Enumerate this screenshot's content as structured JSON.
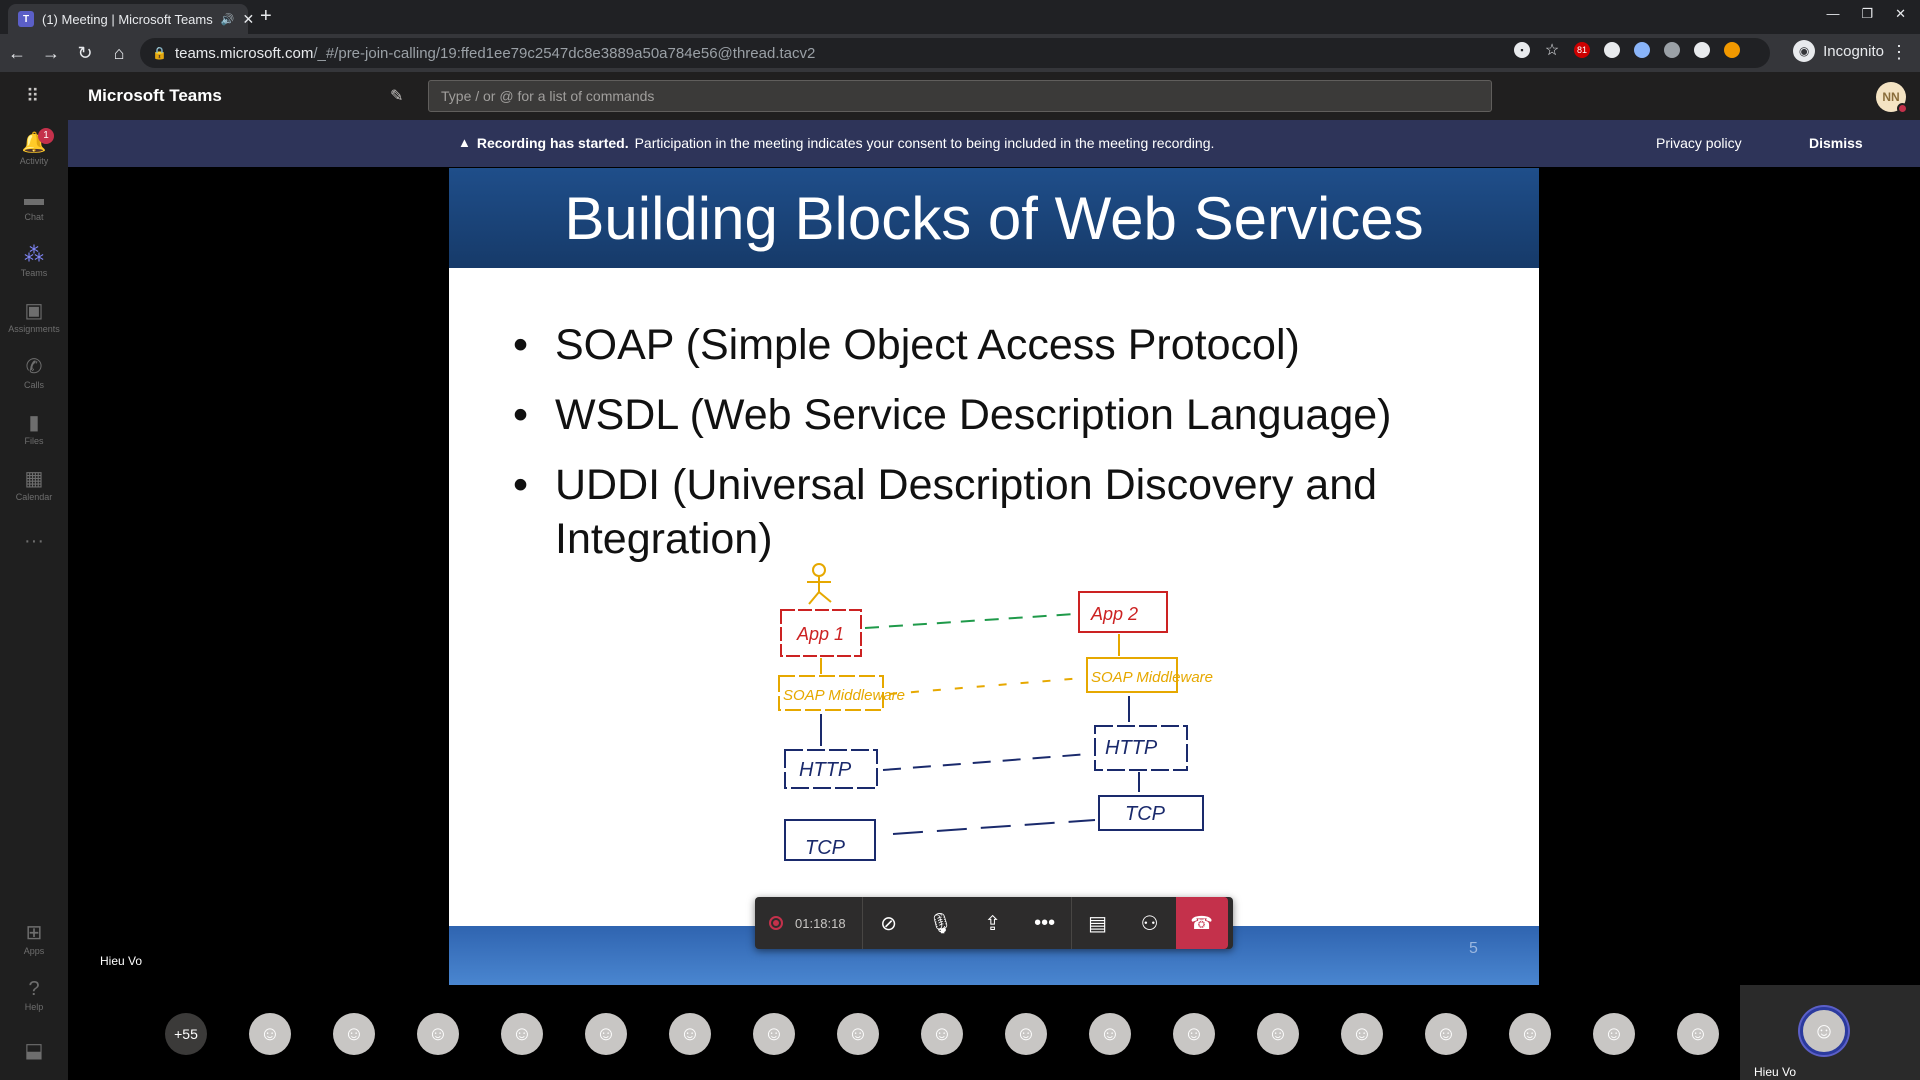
{
  "browser": {
    "tab_title": "(1) Meeting | Microsoft Teams",
    "new_tab": "+",
    "url_host": "teams.microsoft.com",
    "url_path": "/_#/pre-join-calling/19:ffed1ee79c2547dc8e3889a50a784e56@thread.tacv2",
    "incognito_label": "Incognito",
    "ext_badge": "81"
  },
  "teams": {
    "app_name": "Microsoft Teams",
    "command_placeholder": "Type / or @ for a list of commands",
    "avatar_initials": "NN"
  },
  "rail": [
    {
      "label": "Activity",
      "icon": "bell-icon",
      "badge": "1"
    },
    {
      "label": "Chat",
      "icon": "chat-icon"
    },
    {
      "label": "Teams",
      "icon": "teams-icon"
    },
    {
      "label": "Assignments",
      "icon": "assignments-icon"
    },
    {
      "label": "Calls",
      "icon": "phone-icon"
    },
    {
      "label": "Files",
      "icon": "files-icon"
    },
    {
      "label": "Calendar",
      "icon": "calendar-icon"
    },
    {
      "label": "Apps",
      "icon": "apps-icon"
    },
    {
      "label": "Help",
      "icon": "help-icon"
    }
  ],
  "banner": {
    "bold": "Recording has started.",
    "text": "Participation in the meeting indicates your consent to being included in the meeting recording.",
    "privacy": "Privacy policy",
    "dismiss": "Dismiss"
  },
  "slide": {
    "title": "Building Blocks of Web Services",
    "bullets": [
      "SOAP (Simple Object Access Protocol)",
      "WSDL (Web Service Description Language)",
      "UDDI (Universal Description Discovery and Integration)"
    ],
    "page_number": "5",
    "diagram_labels": {
      "app1": "App 1",
      "app2": "App 2",
      "soap1": "SOAP Middleware",
      "soap2": "SOAP Middleware",
      "http1": "HTTP",
      "http2": "HTTP",
      "tcp1": "TCP",
      "tcp2": "TCP"
    }
  },
  "meeting": {
    "presenter_name": "Hieu Vo",
    "timer": "01:18:18",
    "overflow_count": "+55",
    "self_name": "Hieu Vo"
  },
  "colors": {
    "accent": "#5b5fc7",
    "danger": "#c4314b",
    "banner": "#2e3459",
    "slide_header": "#1f4e8a"
  }
}
